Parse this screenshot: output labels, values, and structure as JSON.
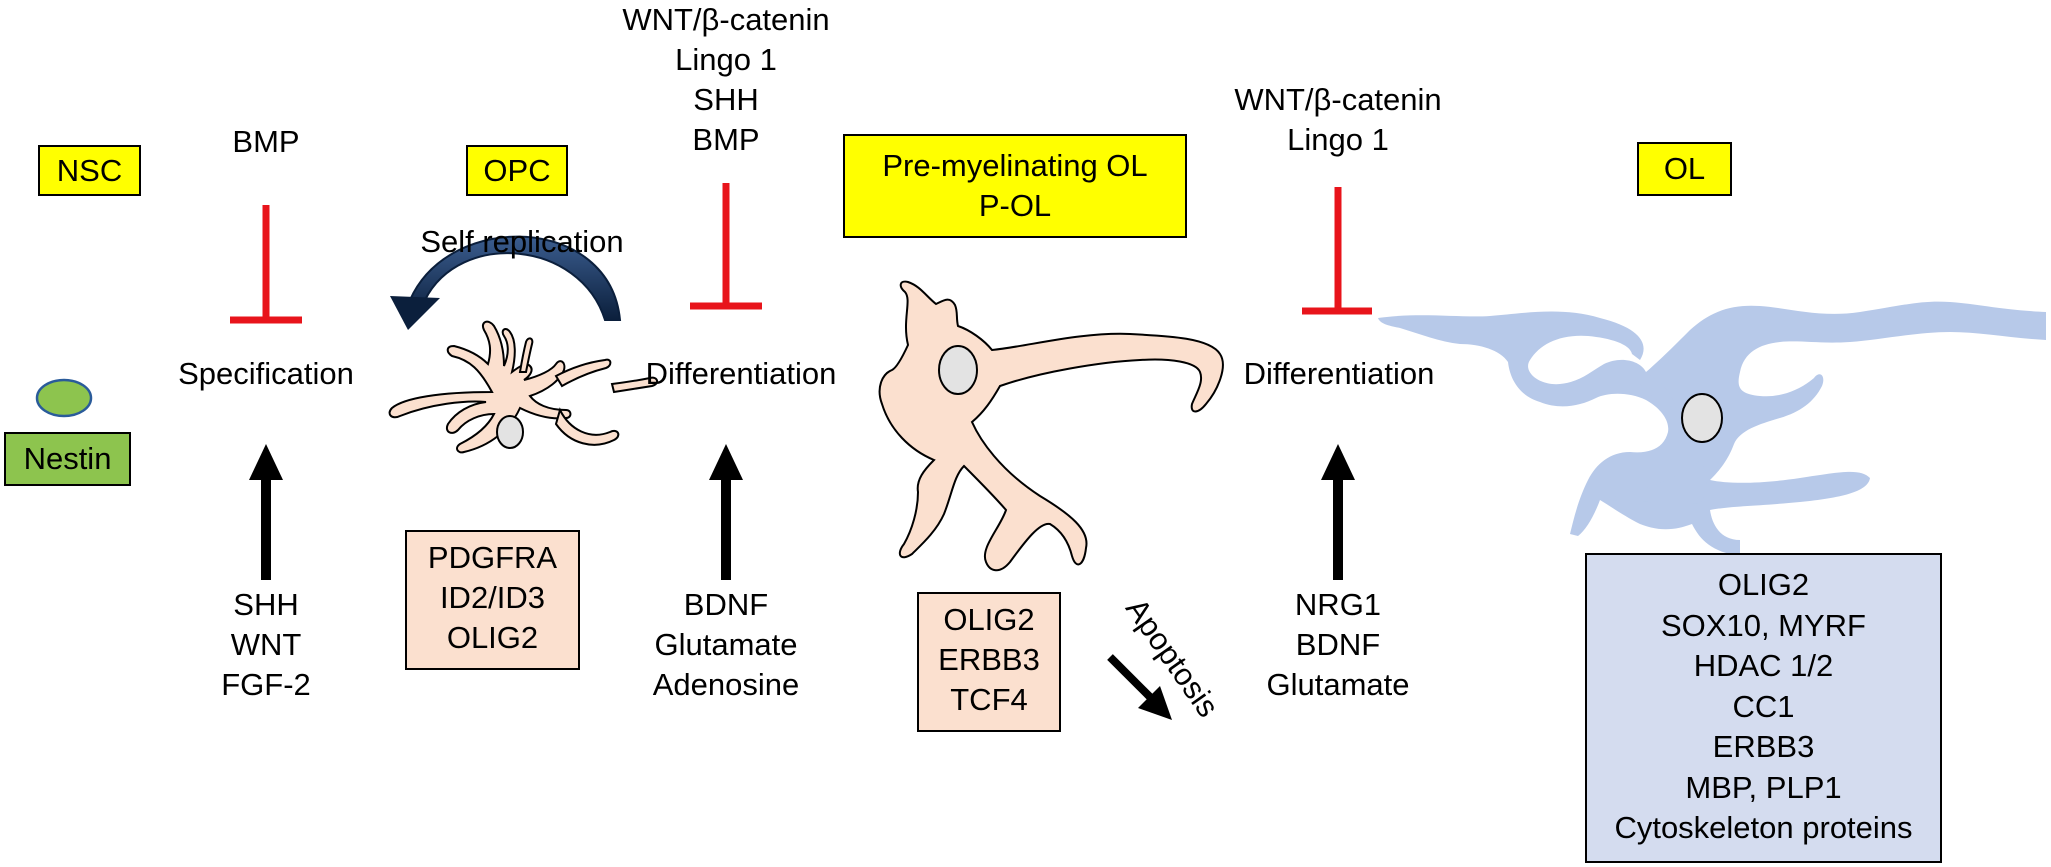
{
  "stages": {
    "nsc": "NSC",
    "opc": "OPC",
    "pol_line1": "Pre-myelinating OL",
    "pol_line2": "P-OL",
    "ol": "OL"
  },
  "nestin": "Nestin",
  "inhibitors": {
    "specification": [
      "BMP"
    ],
    "differentiation1": [
      "WNT/β-catenin",
      "Lingo 1",
      "SHH",
      "BMP"
    ],
    "differentiation2": [
      "WNT/β-catenin",
      "Lingo 1"
    ]
  },
  "processes": {
    "specification": "Specification",
    "differentiation1": "Differentiation",
    "differentiation2": "Differentiation",
    "self_replication": "Self replication",
    "apoptosis": "Apoptosis"
  },
  "promoters": {
    "specification": [
      "SHH",
      "WNT",
      "FGF-2"
    ],
    "differentiation1": [
      "BDNF",
      "Glutamate",
      "Adenosine"
    ],
    "differentiation2": [
      "NRG1",
      "BDNF",
      "Glutamate"
    ]
  },
  "markers": {
    "opc": [
      "PDGFRA",
      "ID2/ID3",
      "OLIG2"
    ],
    "pol": [
      "OLIG2",
      "ERBB3",
      "TCF4"
    ],
    "ol": [
      "OLIG2",
      "SOX10, MYRF",
      "HDAC 1/2",
      "CC1",
      "ERBB3",
      "MBP, PLP1",
      "Cytoskeleton proteins"
    ]
  },
  "colors": {
    "stage_box": "#ffff00",
    "inhibit": "#e8141b",
    "opc_cell": "#fbe0cf",
    "ol_cell": "#b7c9e9",
    "ol_box": "#d4dcef",
    "nestin_box": "#8dc44e",
    "nucleus": "#e3e3e3"
  }
}
